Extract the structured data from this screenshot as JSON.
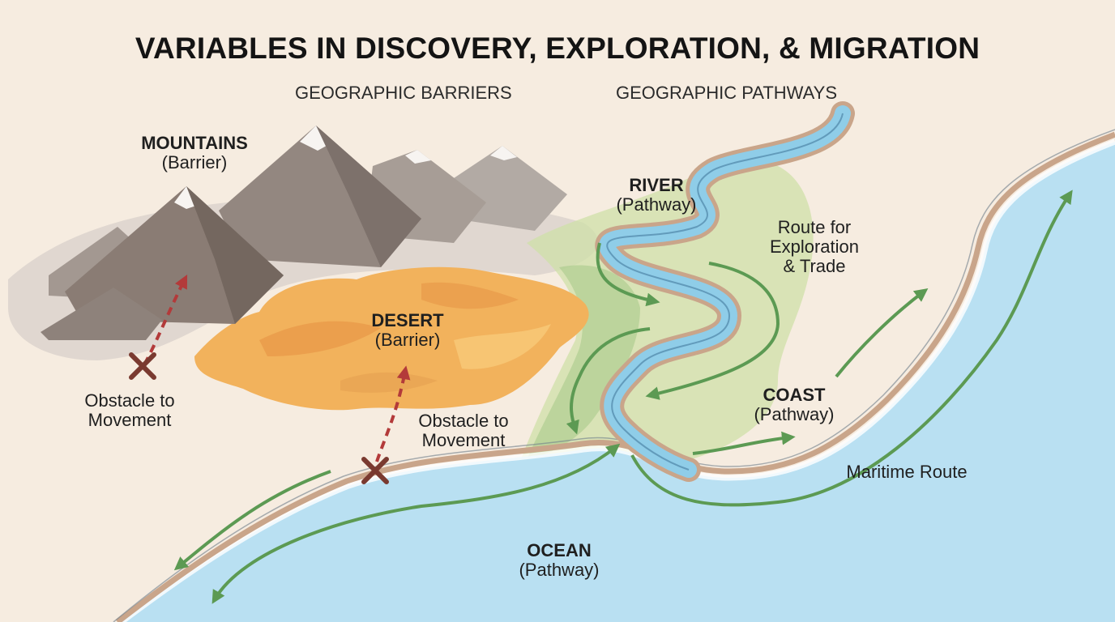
{
  "title": "VARIABLES IN DISCOVERY, EXPLORATION, & MIGRATION",
  "sections": {
    "barriers": "GEOGRAPHIC BARRIERS",
    "pathways": "GEOGRAPHIC PATHWAYS"
  },
  "features": {
    "mountains": {
      "name": "MOUNTAINS",
      "role": "(Barrier)"
    },
    "desert": {
      "name": "DESERT",
      "role": "(Barrier)"
    },
    "river": {
      "name": "RIVER",
      "role": "(Pathway)"
    },
    "coast": {
      "name": "COAST",
      "role": "(Pathway)"
    },
    "ocean": {
      "name": "OCEAN",
      "role": "(Pathway)"
    }
  },
  "notes": {
    "obstacle_mountains": [
      "Obstacle to",
      "Movement"
    ],
    "obstacle_desert": [
      "Obstacle to",
      "Movement"
    ],
    "river_route": [
      "Route for",
      "Exploration",
      "& Trade"
    ],
    "maritime_route": "Maritime Route"
  },
  "colors": {
    "background": "#f6ece0",
    "ocean": "#b9e0f2",
    "river": "#8fcde8",
    "desert": "#f2b25c",
    "mountain": "#8f8178",
    "vegetation": "#cfe0a8",
    "pathway_arrow": "#5c9a53",
    "barrier_arrow": "#b33a3a",
    "blocked_marker": "#7a3a30"
  }
}
